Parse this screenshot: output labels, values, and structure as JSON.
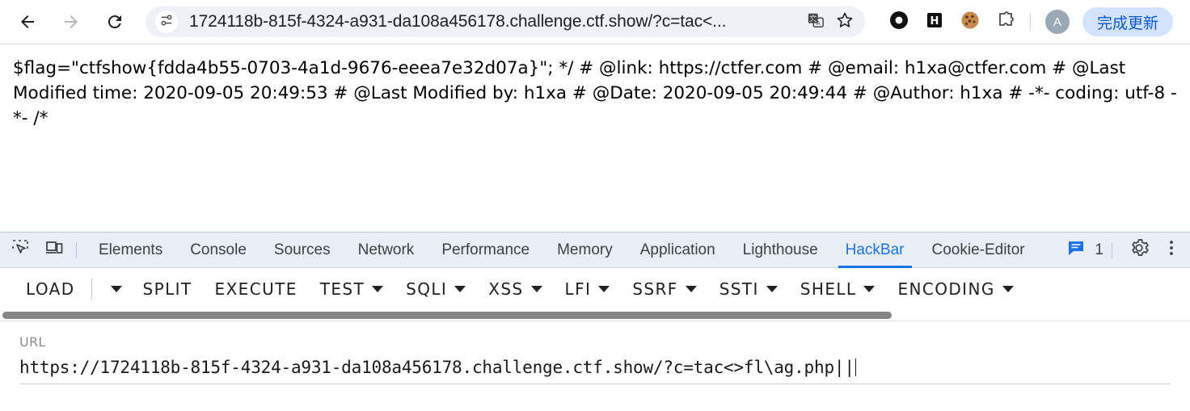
{
  "browser": {
    "nav": {
      "back_icon": "arrow-left-icon",
      "forward_icon": "arrow-right-icon",
      "reload_icon": "reload-icon"
    },
    "omnibox": {
      "site_info_icon": "site-settings-icon",
      "url_display": "1724118b-815f-4324-a931-da108a456178.challenge.ctf.show/?c=tac<...",
      "translate_icon": "translate-icon",
      "bookmark_icon": "star-icon"
    },
    "extensions": [
      {
        "name": "wappalyzer-extension-icon",
        "glyph": "ring"
      },
      {
        "name": "hackbar-extension-icon",
        "glyph": "H"
      },
      {
        "name": "cookie-editor-extension-icon",
        "glyph": "cookie"
      },
      {
        "name": "extensions-puzzle-icon",
        "glyph": "puzzle"
      }
    ],
    "avatar_letter": "A",
    "update_button_label": "完成更新"
  },
  "page": {
    "body_text": "$flag=\"ctfshow{fdda4b55-0703-4a1d-9676-eeea7e32d07a}\"; */ # @link: https://ctfer.com # @email: h1xa@ctfer.com # @Last Modified time: 2020-09-05 20:49:53 # @Last Modified by: h1xa # @Date: 2020-09-05 20:49:44 # @Author: h1xa # -*- coding: utf-8 -*- /*",
    "flag": "ctfshow{fdda4b55-0703-4a1d-9676-eeea7e32d07a}"
  },
  "devtools": {
    "inspect_icon": "inspect-element-icon",
    "device_icon": "device-toolbar-icon",
    "tabs": [
      {
        "label": "Elements",
        "active": false
      },
      {
        "label": "Console",
        "active": false
      },
      {
        "label": "Sources",
        "active": false
      },
      {
        "label": "Network",
        "active": false
      },
      {
        "label": "Performance",
        "active": false
      },
      {
        "label": "Memory",
        "active": false
      },
      {
        "label": "Application",
        "active": false
      },
      {
        "label": "Lighthouse",
        "active": false
      },
      {
        "label": "HackBar",
        "active": true
      },
      {
        "label": "Cookie-Editor",
        "active": false
      }
    ],
    "message_count": "1",
    "message_icon": "console-message-icon",
    "settings_icon": "gear-icon",
    "more_icon": "more-vertical-icon",
    "accent_color": "#1a73e8"
  },
  "hackbar": {
    "buttons": [
      {
        "label": "LOAD",
        "caret": false,
        "split_caret": true
      },
      {
        "label": "SPLIT",
        "caret": false,
        "split_caret": false
      },
      {
        "label": "EXECUTE",
        "caret": false,
        "split_caret": false
      },
      {
        "label": "TEST",
        "caret": true,
        "split_caret": false
      },
      {
        "label": "SQLI",
        "caret": true,
        "split_caret": false
      },
      {
        "label": "XSS",
        "caret": true,
        "split_caret": false
      },
      {
        "label": "LFI",
        "caret": true,
        "split_caret": false
      },
      {
        "label": "SSRF",
        "caret": true,
        "split_caret": false
      },
      {
        "label": "SSTI",
        "caret": true,
        "split_caret": false
      },
      {
        "label": "SHELL",
        "caret": true,
        "split_caret": false
      },
      {
        "label": "ENCODING",
        "caret": true,
        "split_caret": false
      }
    ],
    "url_field": {
      "label": "URL",
      "value": "https://1724118b-815f-4324-a931-da108a456178.challenge.ctf.show/?c=tac<>fl\\ag.php||"
    }
  }
}
